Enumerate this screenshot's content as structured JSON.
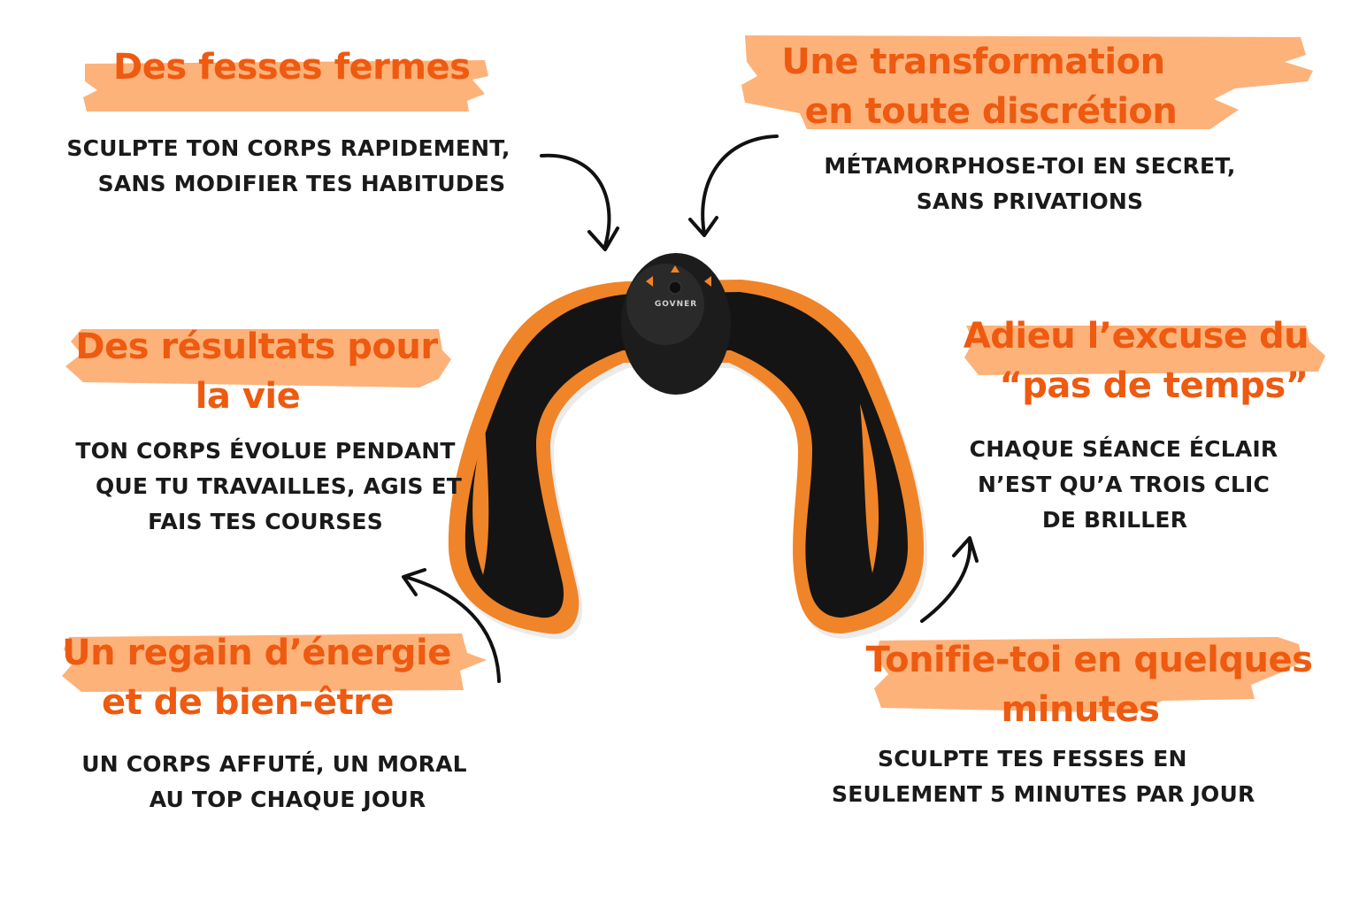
{
  "colors": {
    "accent": "#ee5a10",
    "highlight": "#fdb27a",
    "device_edge": "#f08428",
    "device_body": "#141414",
    "text": "#1a1a1a"
  },
  "device": {
    "brand_label": "GOVNER"
  },
  "features": {
    "firm_buttocks": {
      "heading": "Des fesses fermes",
      "body": [
        "SCULPTE TON CORPS RAPIDEMENT,",
        "SANS MODIFIER TES HABITUDES"
      ]
    },
    "discreet_transformation": {
      "heading": [
        "Une transformation",
        "en toute discrétion"
      ],
      "body": [
        "MÉTAMORPHOSE-TOI EN SECRET,",
        "SANS PRIVATIONS"
      ]
    },
    "lasting_results": {
      "heading": [
        "Des résultats pour",
        "la vie"
      ],
      "body": [
        "TON CORPS ÉVOLUE PENDANT",
        "QUE TU TRAVAILLES, AGIS ET",
        "FAIS TES COURSES"
      ]
    },
    "no_time_excuse": {
      "heading": [
        "Adieu l’excuse du",
        "“pas de temps”"
      ],
      "body": [
        "CHAQUE SÉANCE ÉCLAIR",
        "N’EST QU’A TROIS CLIC",
        "DE BRILLER"
      ]
    },
    "energy_wellbeing": {
      "heading": [
        "Un regain d’énergie",
        "et de bien-être"
      ],
      "body": [
        "UN CORPS AFFUTÉ, UN MORAL",
        "AU TOP CHAQUE JOUR"
      ]
    },
    "tone_minutes": {
      "heading": [
        "Tonifie-toi en quelques",
        "minutes"
      ],
      "body": [
        "SCULPTE TES FESSES EN",
        "SEULEMENT 5 MINUTES PAR JOUR"
      ]
    }
  }
}
